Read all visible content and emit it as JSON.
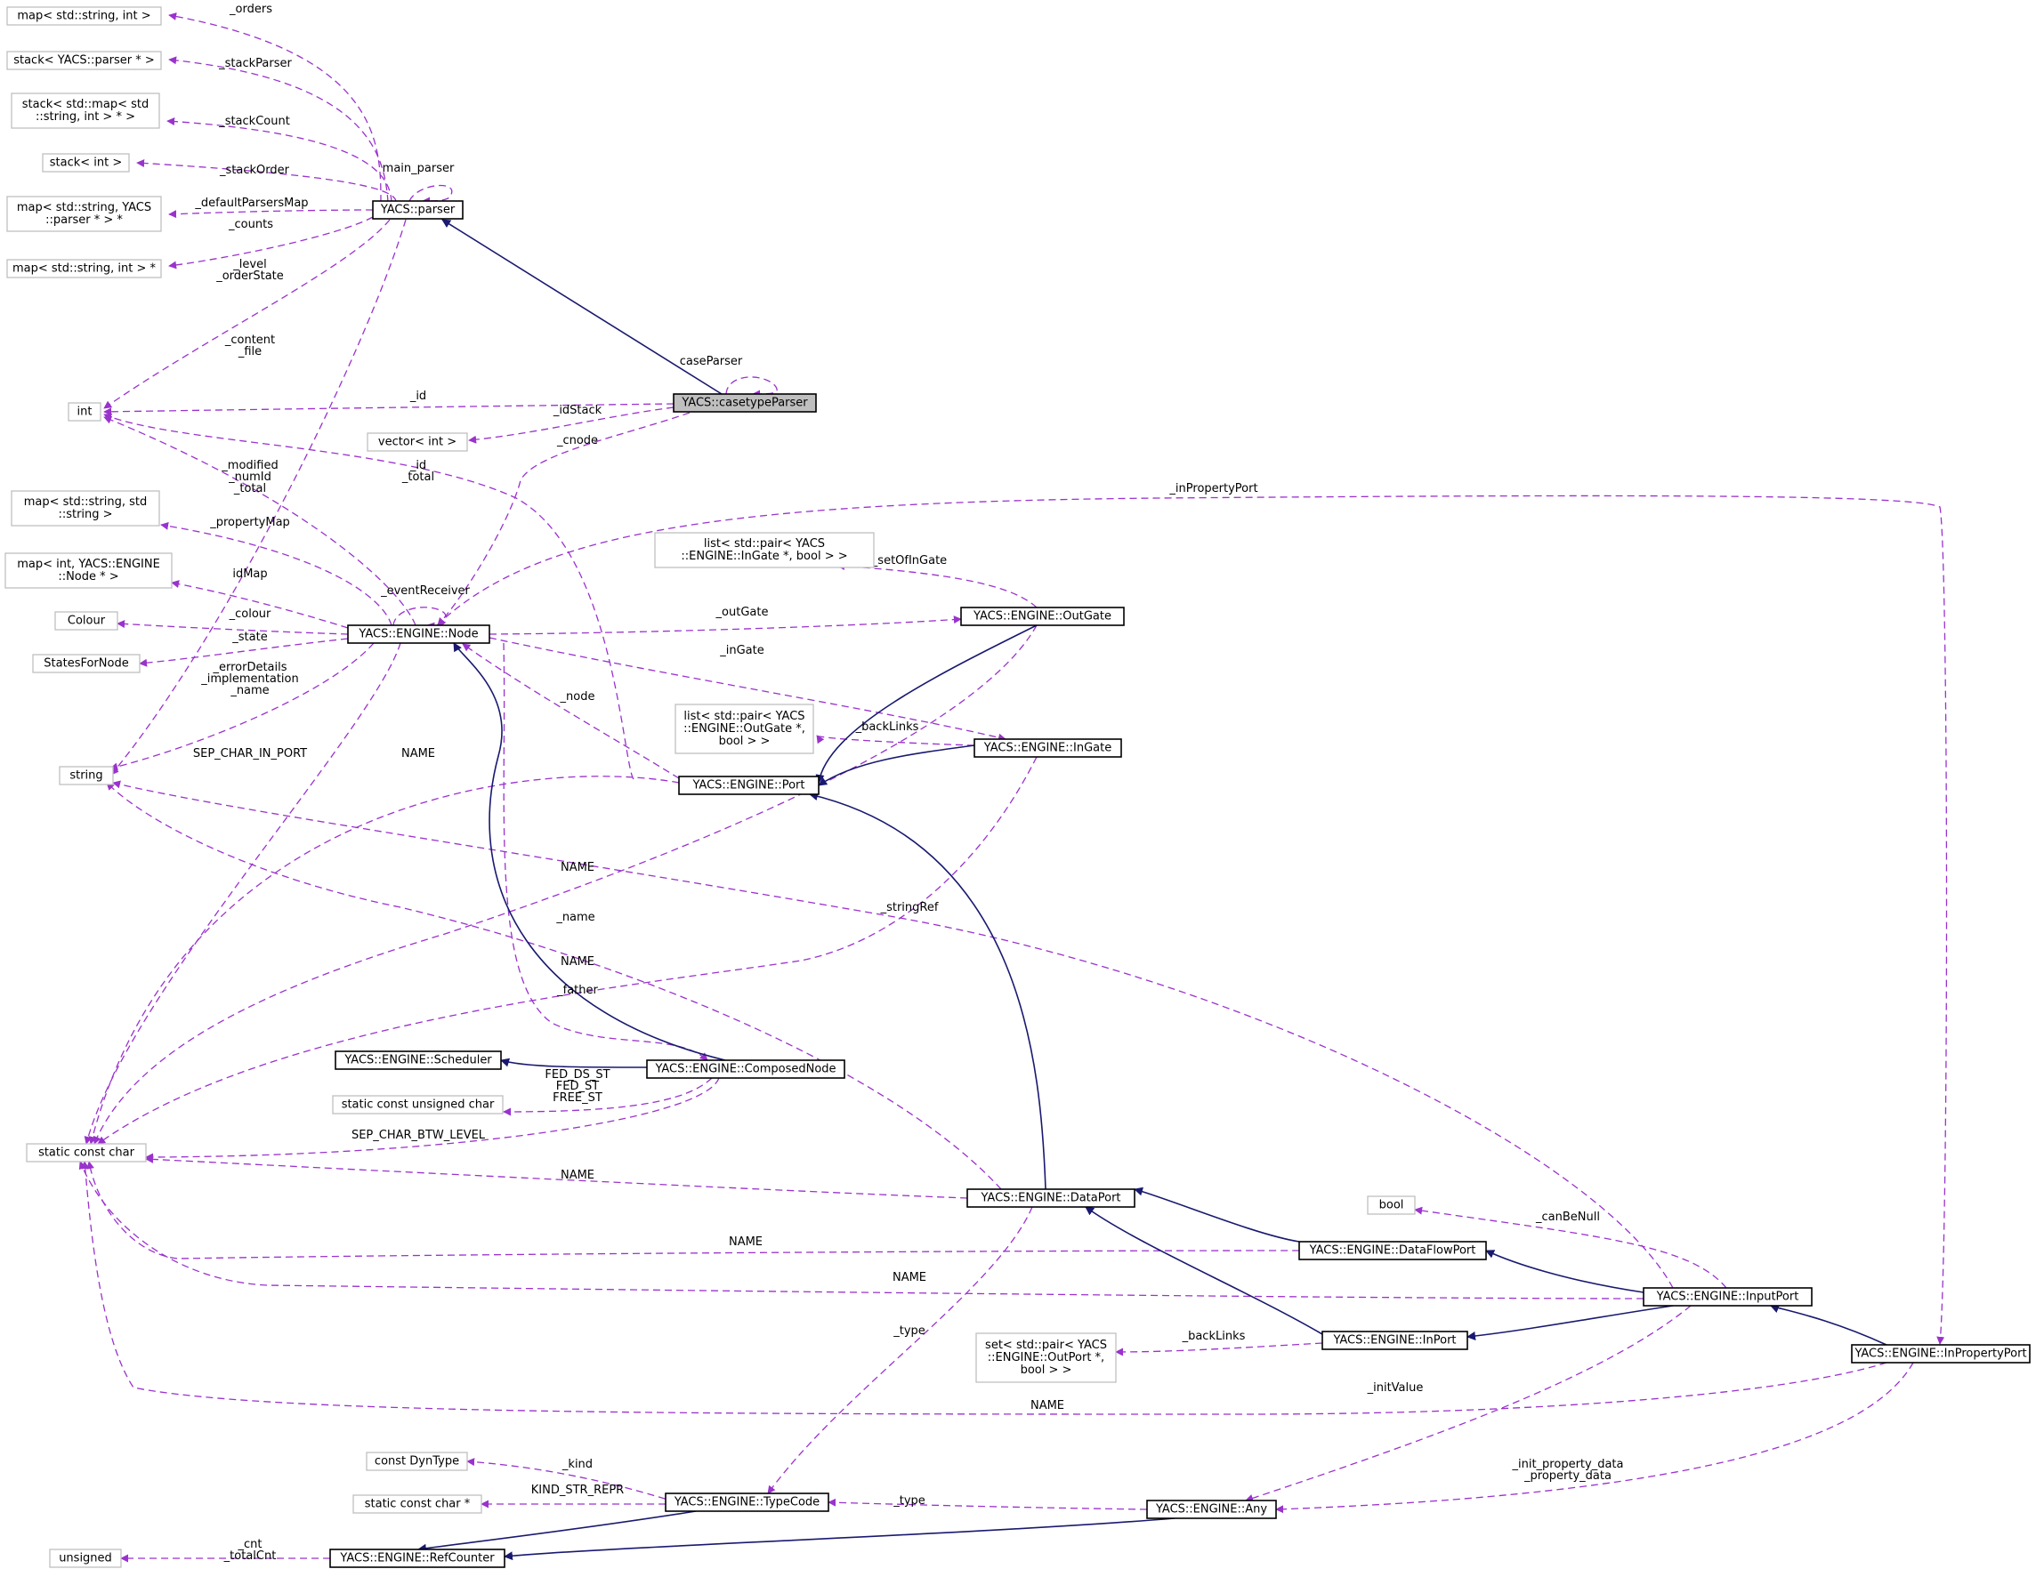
{
  "nodes": {
    "map_str_int": {
      "lines": [
        "map< std::string, int >"
      ],
      "ext": true
    },
    "stack_parser": {
      "lines": [
        "stack< YACS::parser * >"
      ],
      "ext": true
    },
    "stack_map": {
      "lines": [
        "stack< std::map< std",
        "::string, int > * >"
      ],
      "ext": true
    },
    "stack_int": {
      "lines": [
        "stack< int >"
      ],
      "ext": true
    },
    "map_str_parser": {
      "lines": [
        "map< std::string, YACS",
        "::parser * > *"
      ],
      "ext": true
    },
    "map_str_int_ptr": {
      "lines": [
        "map< std::string, int > *"
      ],
      "ext": true
    },
    "int": {
      "lines": [
        "int"
      ],
      "ext": true
    },
    "vector_int": {
      "lines": [
        "vector< int >"
      ],
      "ext": true
    },
    "map_str_str": {
      "lines": [
        "map< std::string, std",
        "::string >"
      ],
      "ext": true
    },
    "map_int_node": {
      "lines": [
        "map< int, YACS::ENGINE",
        "::Node * >"
      ],
      "ext": true
    },
    "colour": {
      "lines": [
        "Colour"
      ],
      "ext": true
    },
    "states_for_node": {
      "lines": [
        "StatesForNode"
      ],
      "ext": true
    },
    "string": {
      "lines": [
        "string"
      ],
      "ext": true
    },
    "static_const_char": {
      "lines": [
        "static const char"
      ],
      "ext": true
    },
    "static_const_uchar": {
      "lines": [
        "static const unsigned char"
      ],
      "ext": true
    },
    "list_ingate": {
      "lines": [
        "list< std::pair< YACS",
        "::ENGINE::InGate *, bool > >"
      ],
      "ext": true
    },
    "list_outgate": {
      "lines": [
        "list< std::pair< YACS",
        "::ENGINE::OutGate *,",
        "bool > >"
      ],
      "ext": true
    },
    "bool": {
      "lines": [
        "bool"
      ],
      "ext": true
    },
    "set_outport": {
      "lines": [
        "set< std::pair< YACS",
        "::ENGINE::OutPort *,",
        "bool > >"
      ],
      "ext": true
    },
    "const_dyntype": {
      "lines": [
        "const DynType"
      ],
      "ext": true
    },
    "static_const_char_ptr": {
      "lines": [
        "static const char *"
      ],
      "ext": true
    },
    "unsigned": {
      "lines": [
        "unsigned"
      ],
      "ext": true
    },
    "parser": {
      "lines": [
        "YACS::parser"
      ],
      "ext": false
    },
    "casetype_parser": {
      "lines": [
        "YACS::casetypeParser"
      ],
      "ext": false,
      "focus": true
    },
    "node": {
      "lines": [
        "YACS::ENGINE::Node"
      ],
      "ext": false
    },
    "outgate": {
      "lines": [
        "YACS::ENGINE::OutGate"
      ],
      "ext": false
    },
    "ingate": {
      "lines": [
        "YACS::ENGINE::InGate"
      ],
      "ext": false
    },
    "port": {
      "lines": [
        "YACS::ENGINE::Port"
      ],
      "ext": false
    },
    "scheduler": {
      "lines": [
        "YACS::ENGINE::Scheduler"
      ],
      "ext": false
    },
    "composed_node": {
      "lines": [
        "YACS::ENGINE::ComposedNode"
      ],
      "ext": false
    },
    "data_port": {
      "lines": [
        "YACS::ENGINE::DataPort"
      ],
      "ext": false
    },
    "data_flow_port": {
      "lines": [
        "YACS::ENGINE::DataFlowPort"
      ],
      "ext": false
    },
    "input_port": {
      "lines": [
        "YACS::ENGINE::InputPort"
      ],
      "ext": false
    },
    "in_port": {
      "lines": [
        "YACS::ENGINE::InPort"
      ],
      "ext": false
    },
    "in_property_port": {
      "lines": [
        "YACS::ENGINE::InPropertyPort"
      ],
      "ext": false
    },
    "type_code": {
      "lines": [
        "YACS::ENGINE::TypeCode"
      ],
      "ext": false
    },
    "any": {
      "lines": [
        "YACS::ENGINE::Any"
      ],
      "ext": false
    },
    "ref_counter": {
      "lines": [
        "YACS::ENGINE::RefCounter"
      ],
      "ext": false
    }
  },
  "labels": {
    "orders": [
      "_orders"
    ],
    "stackParser": [
      "_stackParser"
    ],
    "stackCount": [
      "_stackCount"
    ],
    "main_parser": [
      "main_parser"
    ],
    "stackOrder": [
      "_stackOrder"
    ],
    "defaultParsersMap": [
      "_defaultParsersMap"
    ],
    "counts": [
      "_counts"
    ],
    "level_orderState": [
      "_level",
      "_orderState"
    ],
    "content_file": [
      "_content",
      "_file"
    ],
    "caseParser": [
      "caseParser"
    ],
    "id": [
      "_id"
    ],
    "idStack": [
      "_idStack"
    ],
    "cnode": [
      "_cnode"
    ],
    "id_total": [
      "_id",
      "_total"
    ],
    "modified_numId_total": [
      "_modified",
      "_numId",
      "_total"
    ],
    "inPropertyPort": [
      "_inPropertyPort"
    ],
    "propertyMap": [
      "_propertyMap"
    ],
    "setOfInGate": [
      "_setOfInGate"
    ],
    "idMap": [
      "idMap"
    ],
    "eventReceiver": [
      "_eventReceiver"
    ],
    "colour": [
      "_colour"
    ],
    "outGate": [
      "_outGate"
    ],
    "state": [
      "_state"
    ],
    "inGate": [
      "_inGate"
    ],
    "errorDetails": [
      "_errorDetails",
      "_implementation",
      "_name"
    ],
    "node": [
      "_node"
    ],
    "backLinks_ingate": [
      "_backLinks"
    ],
    "sep_char_in_port": [
      "SEP_CHAR_IN_PORT"
    ],
    "name_port": [
      "NAME"
    ],
    "name_outgate": [
      "NAME"
    ],
    "stringRef": [
      "_stringRef"
    ],
    "name_dataport_string": [
      "_name"
    ],
    "name_ingate": [
      "NAME"
    ],
    "father": [
      "_father"
    ],
    "fed": [
      "FED_DS_ST",
      "FED_ST",
      "FREE_ST"
    ],
    "sep_char_btw_level": [
      "SEP_CHAR_BTW_LEVEL"
    ],
    "name_dataport": [
      "NAME"
    ],
    "canBeNull": [
      "_canBeNull"
    ],
    "name_dataflowport": [
      "NAME"
    ],
    "name_inputport": [
      "NAME"
    ],
    "type_dataport": [
      "_type"
    ],
    "backLinks_inport": [
      "_backLinks"
    ],
    "initValue": [
      "_initValue"
    ],
    "name_inpropertyport": [
      "NAME"
    ],
    "property_data": [
      "_init_property_data",
      "_property_data"
    ],
    "kind": [
      "_kind"
    ],
    "kind_str_repr": [
      "KIND_STR_REPR"
    ],
    "type_any": [
      "_type"
    ],
    "cnt_totalCnt": [
      "_cnt",
      "_totalCnt"
    ]
  },
  "colors": {
    "usage_edge": "#9a32cd",
    "inheritance_edge": "#191970",
    "focus_fill": "#bfbfbf",
    "external_border": "#bfbfbf"
  }
}
